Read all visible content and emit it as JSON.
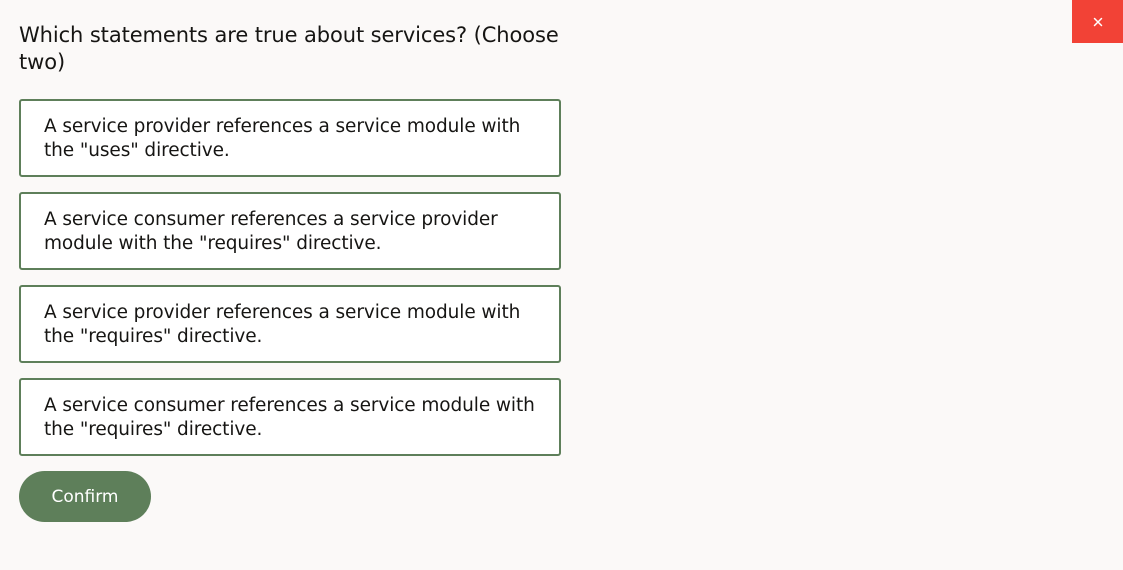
{
  "question": {
    "text": "Which statements are true about services? (Choose two)"
  },
  "options": [
    {
      "label": "A service provider references a service module with the \"uses\" directive."
    },
    {
      "label": "A service consumer references a service provider module with the \"requires\" directive."
    },
    {
      "label": "A service provider references a service module with the \"requires\" directive."
    },
    {
      "label": "A service consumer references a service module with the \"requires\" directive."
    }
  ],
  "actions": {
    "confirm_label": "Confirm",
    "close_icon": "close-icon"
  },
  "colors": {
    "accent": "#5e7f5a",
    "close_bg": "#f24236",
    "background": "#fbf9f8"
  }
}
